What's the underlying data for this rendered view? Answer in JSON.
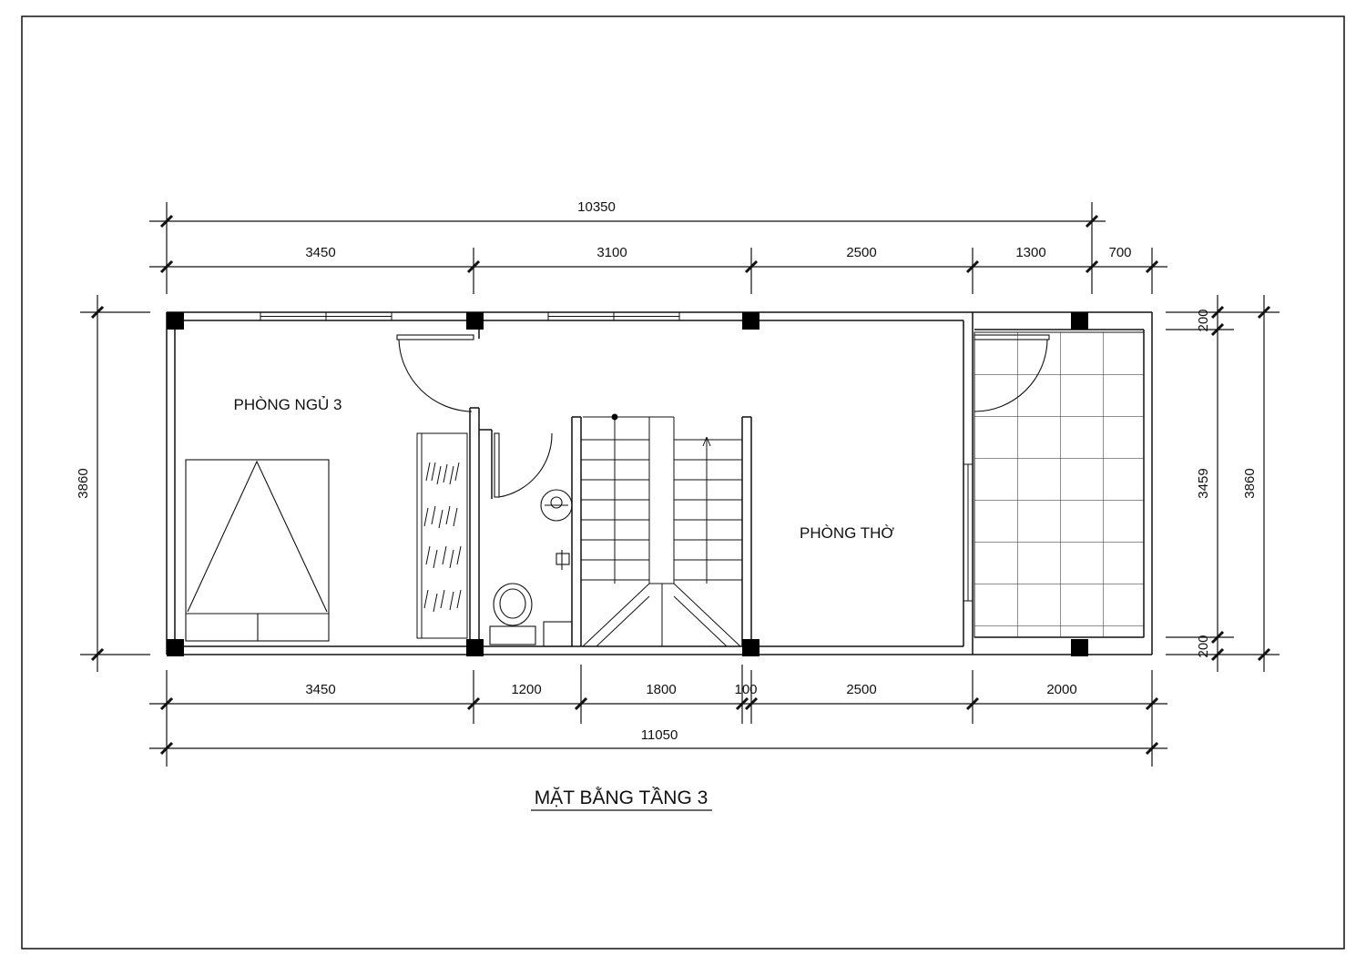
{
  "title": "MẶT BẰNG TẦNG 3",
  "rooms": {
    "bedroom": "PHÒNG NGỦ 3",
    "worship": "PHÒNG THỜ"
  },
  "dimensions": {
    "top_total": "10350",
    "top": [
      "3450",
      "3100",
      "2500",
      "1300",
      "700"
    ],
    "bottom": [
      "3450",
      "1200",
      "1800",
      "100",
      "2500",
      "2000"
    ],
    "bottom_total": "11050",
    "left": "3860",
    "right_inner": "3459",
    "right_outer": "3860",
    "right_small_top": "200",
    "right_small_bottom": "200"
  }
}
